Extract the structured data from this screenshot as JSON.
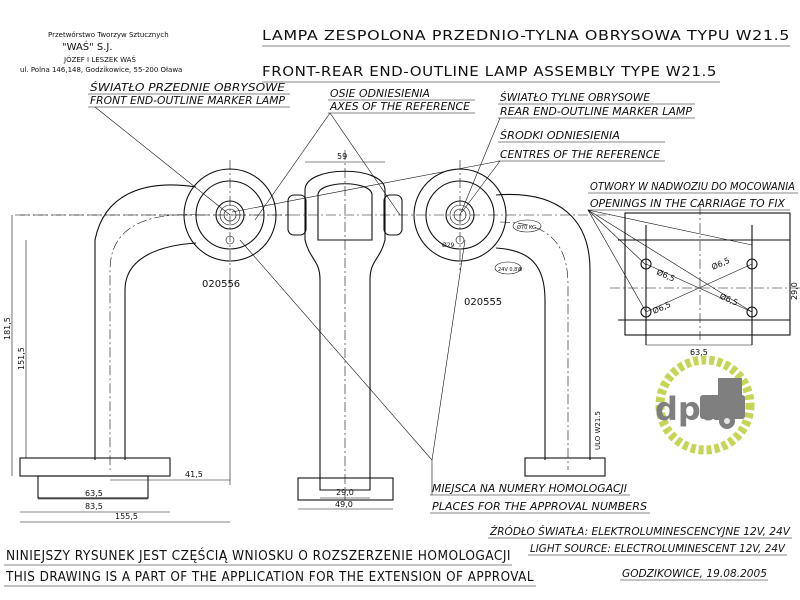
{
  "company": {
    "line1": "Przetwórstwo Tworzyw Sztucznych",
    "name": "\"WAŚ\" S.J.",
    "owners": "JÓZEF I LESZEK WAŚ",
    "address": "ul. Polna 146,148, Godzikowice, 55-200 Oława"
  },
  "title": {
    "pl": "LAMPA  ZESPOLONA  PRZEDNIO-TYLNA OBRYSOWA TYPU W21.5",
    "en": "FRONT-REAR END-OUTLINE LAMP ASSEMBLY TYPE W21.5"
  },
  "labels": {
    "front_pl": "ŚWIATŁO PRZEDNIE OBRYSOWE",
    "front_en": "FRONT END-OUTLINE MARKER LAMP",
    "axes_pl": "OSIE ODNIESIENIA",
    "axes_en": "AXES OF THE REFERENCE",
    "rear_pl": "ŚWIATŁO TYLNE OBRYSOWE",
    "rear_en": "REAR END-OUTLINE MARKER LAMP",
    "centres_pl": "ŚRODKI ODNIESIENIA",
    "centres_en": "CENTRES OF THE REFERENCE",
    "openings_pl": "OTWORY W NADWOZIU DO MOCOWANIA",
    "openings_en": "OPENINGS IN THE CARRIAGE TO FIX",
    "places_pl": "MIEJSCA NA NUMERY HOMOLOGACJI",
    "places_en": "PLACES FOR THE APPROVAL NUMBERS",
    "source_pl": "ŹRÓDŁO ŚWIATŁA: ELEKTROLUMINESCENCYJNE 12V, 24V",
    "source_en": "LIGHT SOURCE: ELECTROLUMINESCENT 12V, 24V",
    "place_date": "GODZIKOWICE, 19.08.2005",
    "note_pl": "NINIEJSZY RYSUNEK JEST CZĘŚCIĄ WNIOSKU O ROZSZERZENIE HOMOLOGACJI",
    "note_en": "THIS DRAWING IS A PART OF THE APPLICATION FOR THE EXTENSION OF APPROVAL",
    "part_left": "020556",
    "part_right": "020555",
    "badge1": "Ø70 KG",
    "badge2": "24V 0,8W",
    "ulo": "ULO W21.5",
    "small_code": "Ø29"
  },
  "dimensions": {
    "d59": "59",
    "d181_5": "181,5",
    "d151_5": "151,5",
    "d41_5": "41,5",
    "d63_5": "63,5",
    "d83_5": "83,5",
    "d155_5": "155,5",
    "d29_0": "29,0",
    "d49_0": "49,0",
    "hole1": "Ø6,5",
    "hole2": "Ø6,5",
    "hole3": "Ø6,5",
    "hole4": "Ø6,5",
    "hole_span": "63,5",
    "hole_height": "29,0"
  },
  "watermark": {
    "text": "dpa",
    "color_green": "#b5c81e",
    "color_grey": "#555555"
  }
}
